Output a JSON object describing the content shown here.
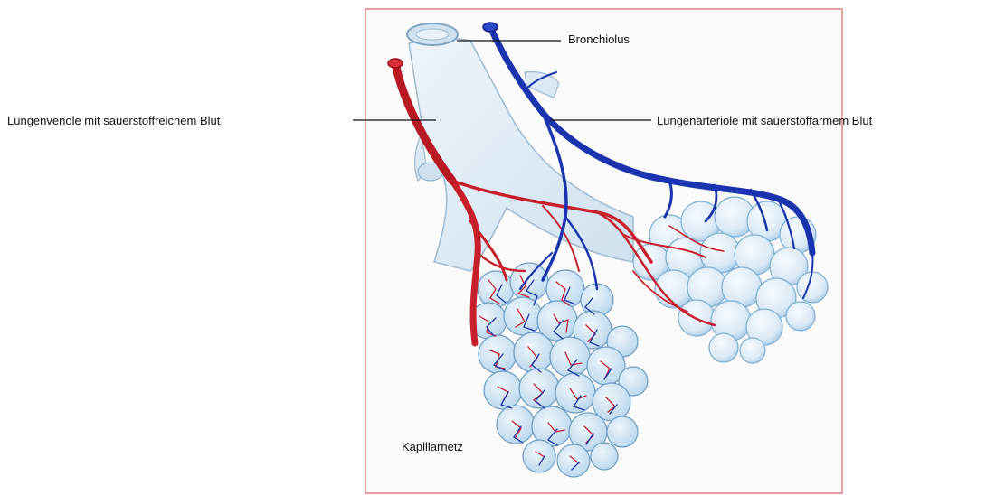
{
  "labels": {
    "bronchiolus": "Bronchiolus",
    "lungenvenole": "Lungenvenole mit sauerstoffreichem Blut",
    "lungenarteriole": "Lungenarteriole mit sauerstoffarmem Blut",
    "kapillarnetz": "Kapillarnetz"
  },
  "colors": {
    "frame_border": "#e8a0a0",
    "bronchiolus_fill": "#d8e8f4",
    "alveolus_fill": "#dfeef8",
    "vein_red": "#c8202a",
    "artery_blue": "#1a34b0",
    "leader_line": "#111111"
  }
}
